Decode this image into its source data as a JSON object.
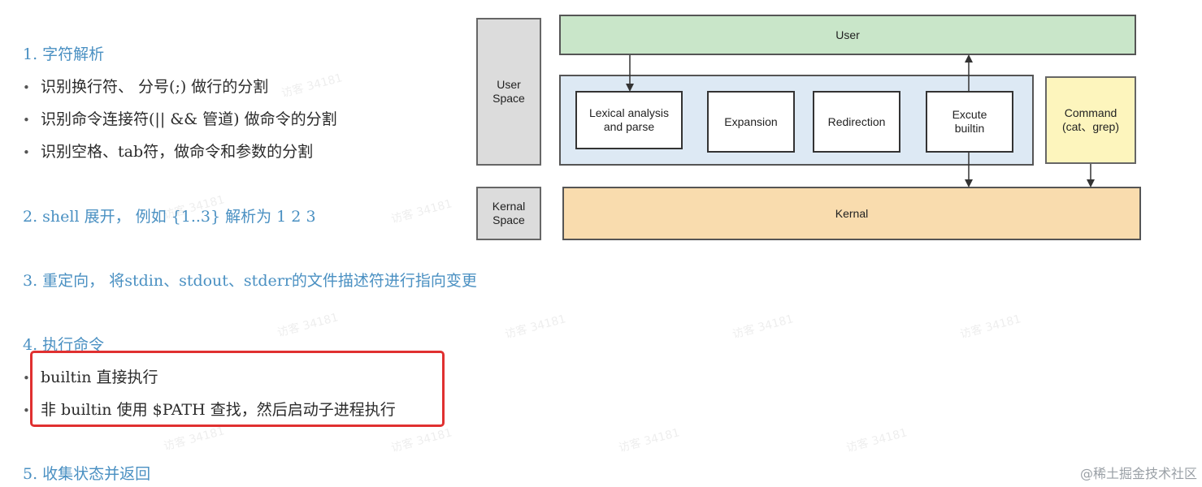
{
  "text": {
    "h1": "1. 字符解析",
    "b1": "识别换行符、 分号(;) 做行的分割",
    "b2": "识别命令连接符(|| && 管道) 做命令的分割",
    "b3": "识别空格、tab符，做命令和参数的分割",
    "h2": "2. shell 展开， 例如 {1..3} 解析为  1 2 3",
    "h3": "3. 重定向， 将stdin、stdout、stderr的文件描述符进行指向变更",
    "h4": "4. 执行命令",
    "b4": "builtin 直接执行",
    "b5": "非 builtin 使用 $PATH 查找，然后启动子进程执行",
    "h5": "5. 收集状态并返回",
    "bullet_char": "•"
  },
  "diagram": {
    "user_space": "User\nSpace",
    "kernal_space": "Kernal\nSpace",
    "user": "User",
    "lexical": "Lexical analysis\nand parse",
    "expansion": "Expansion",
    "redirection": "Redirection",
    "excute": "Excute\nbuiltin",
    "command": "Command\n(cat、grep)",
    "kernal": "Kernal"
  },
  "watermark": "访客 34181",
  "credit": "@稀土掘金技术社区",
  "colors": {
    "heading": "#4a90c2",
    "highlight": "#e03030",
    "user_bar": "#c9e6c9",
    "shell_area": "#dde9f4",
    "command": "#fdf5bd",
    "kernal": "#f9dcae",
    "side_box": "#dcdcdc"
  }
}
